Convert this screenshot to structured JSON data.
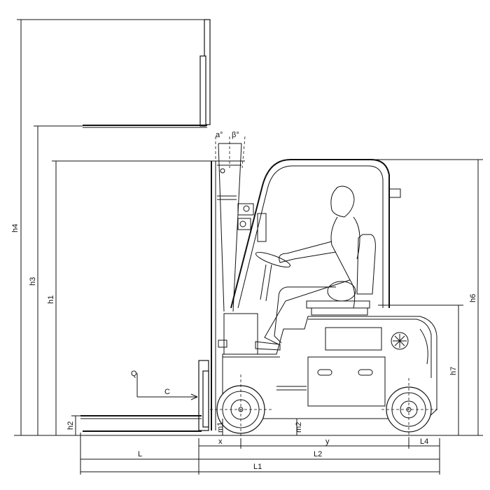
{
  "labels": {
    "h1": "h1",
    "h2": "h2",
    "h3": "h3",
    "h4": "h4",
    "h6": "h6",
    "h7": "h7",
    "m1": "m1",
    "m2": "m2",
    "x": "x",
    "y": "y",
    "L": "L",
    "L1": "L1",
    "L2": "L2",
    "L4": "L4",
    "C": "C",
    "Q": "Q",
    "tilt_fwd": "a°",
    "tilt_back": "β°"
  }
}
